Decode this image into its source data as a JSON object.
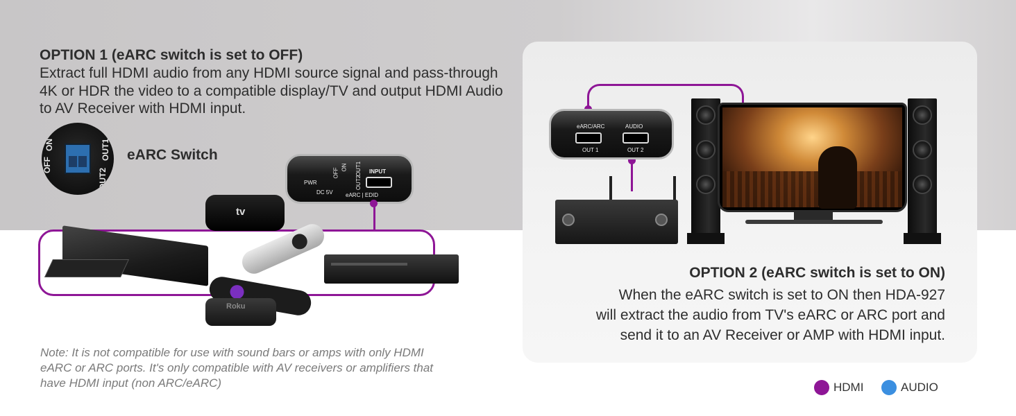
{
  "option1": {
    "title": "OPTION 1 (eARC switch is set to OFF)",
    "description": "Extract full HDMI audio from any HDMI source signal and pass-through 4K or HDR the video to a compatible display/TV and output HDMI Audio to AV Receiver with HDMI input.",
    "switch_label": "eARC Switch",
    "switch_closeup": {
      "off": "OFF",
      "on": "ON",
      "out1": "OUT1",
      "out2": "OUT2"
    }
  },
  "device1": {
    "pwr": "PWR",
    "off": "OFF",
    "on": "ON",
    "out1": "OUT1",
    "out2": "OUT2",
    "input": "INPUT",
    "dc5v": "DC 5V",
    "earc_edid": "eARC | EDID"
  },
  "device2": {
    "earc_arc": "eARC/ARC",
    "audio": "AUDIO",
    "out1": "OUT 1",
    "out2": "OUT 2"
  },
  "sources": {
    "appletv_logo": "tv",
    "roku_logo": "Roku"
  },
  "note": "Note: It is not compatible for use with sound bars or amps with only HDMI eARC or ARC ports. It's only compatible with AV receivers or amplifiers that have HDMI input (non ARC/eARC)",
  "option2": {
    "title": "OPTION 2 (eARC switch is set to ON)",
    "line1": "When the eARC switch is set to ON then HDA-927",
    "line2": "will extract the audio from TV's eARC or ARC port and",
    "line3": "send it to an AV Receiver or AMP with HDMI input."
  },
  "legend": {
    "hdmi_label": "HDMI",
    "audio_label": "AUDIO",
    "hdmi_color": "#8e1696",
    "audio_color": "#3b8fe0"
  }
}
